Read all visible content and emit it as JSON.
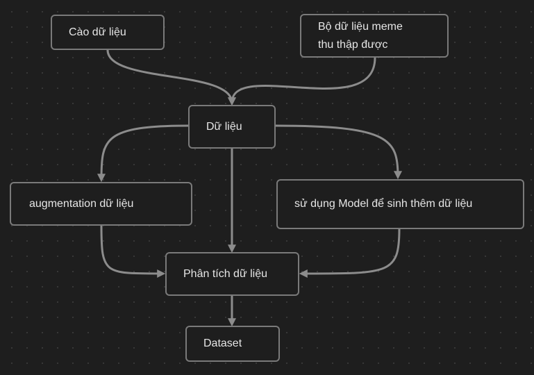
{
  "colors": {
    "background": "#1e1e1e",
    "node_border": "#7a7a7a",
    "edge": "#8c8c8c",
    "text": "#e6e6e6"
  },
  "nodes": {
    "scrape": {
      "label": "Cào dữ liệu"
    },
    "meme": {
      "label_line1": "Bộ dữ liệu meme",
      "label_line2": "thu thập được"
    },
    "data": {
      "label": "Dữ liệu"
    },
    "augmentation": {
      "label": "augmentation dữ liệu"
    },
    "model": {
      "label": "sử dụng Model để sinh thêm dữ liệu"
    },
    "analysis": {
      "label": "Phân tích dữ liệu"
    },
    "dataset": {
      "label": "Dataset"
    }
  },
  "edges": [
    {
      "from": "scrape",
      "to": "data"
    },
    {
      "from": "meme",
      "to": "data"
    },
    {
      "from": "data",
      "to": "augmentation"
    },
    {
      "from": "data",
      "to": "model"
    },
    {
      "from": "data",
      "to": "analysis"
    },
    {
      "from": "augmentation",
      "to": "analysis"
    },
    {
      "from": "model",
      "to": "analysis"
    },
    {
      "from": "analysis",
      "to": "dataset"
    }
  ]
}
